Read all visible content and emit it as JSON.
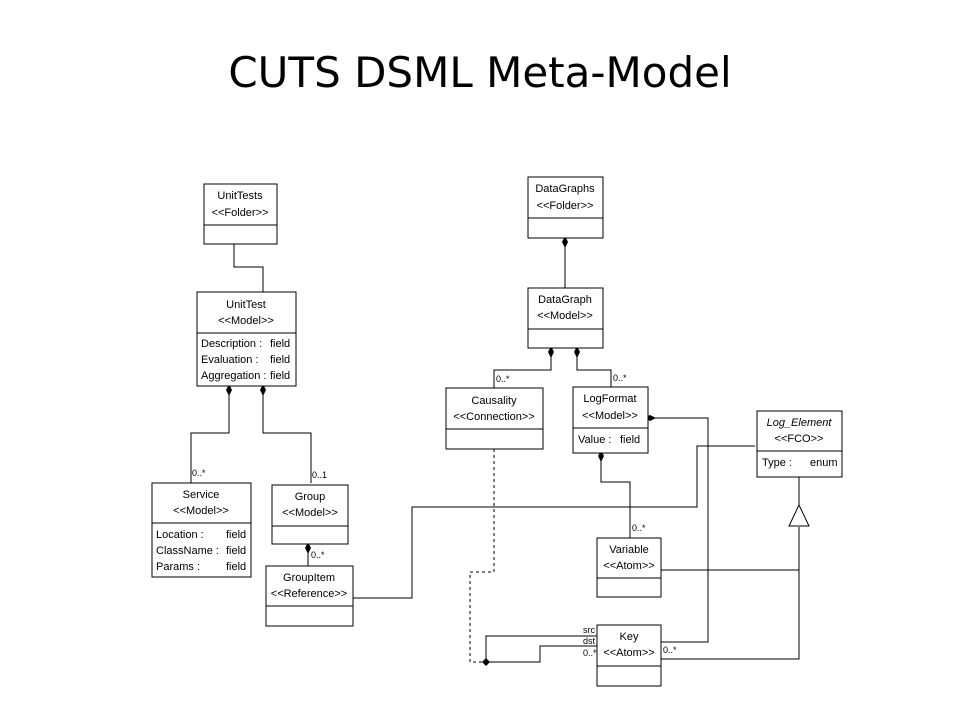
{
  "title": "CUTS DSML Meta-Model",
  "classes": {
    "unittests": {
      "name": "UnitTests",
      "stereo": "<<Folder>>"
    },
    "unittest": {
      "name": "UnitTest",
      "stereo": "<<Model>>",
      "attrs": [
        {
          "name": "Description :",
          "type": "field"
        },
        {
          "name": "Evaluation :",
          "type": "field"
        },
        {
          "name": "Aggregation :",
          "type": "field"
        }
      ]
    },
    "service": {
      "name": "Service",
      "stereo": "<<Model>>",
      "attrs": [
        {
          "name": "Location :",
          "type": "field"
        },
        {
          "name": "ClassName :",
          "type": "field"
        },
        {
          "name": "Params :",
          "type": "field"
        }
      ]
    },
    "group": {
      "name": "Group",
      "stereo": "<<Model>>"
    },
    "groupitem": {
      "name": "GroupItem",
      "stereo": "<<Reference>>"
    },
    "datagraphs": {
      "name": "DataGraphs",
      "stereo": "<<Folder>>"
    },
    "datagraph": {
      "name": "DataGraph",
      "stereo": "<<Model>>"
    },
    "causality": {
      "name": "Causality",
      "stereo": "<<Connection>>"
    },
    "logformat": {
      "name": "LogFormat",
      "stereo": "<<Model>>",
      "attrs": [
        {
          "name": "Value :",
          "type": "field"
        }
      ]
    },
    "logelement": {
      "name": "Log_Element",
      "stereo": "<<FCO>>",
      "attrs": [
        {
          "name": "Type :",
          "type": "enum"
        }
      ]
    },
    "variable": {
      "name": "Variable",
      "stereo": "<<Atom>>"
    },
    "key": {
      "name": "Key",
      "stereo": "<<Atom>>"
    }
  },
  "multiplicities": {
    "service": "0..*",
    "group": "0..1",
    "groupitem": "0..*",
    "causality": "0..*",
    "logformat": "0..*",
    "variable": "0..*",
    "key_src": "src",
    "key_dst": "dst",
    "key_mult": "0..*",
    "key_right": "0..*"
  },
  "colors": {
    "line": "#000000",
    "background": "#ffffff"
  }
}
